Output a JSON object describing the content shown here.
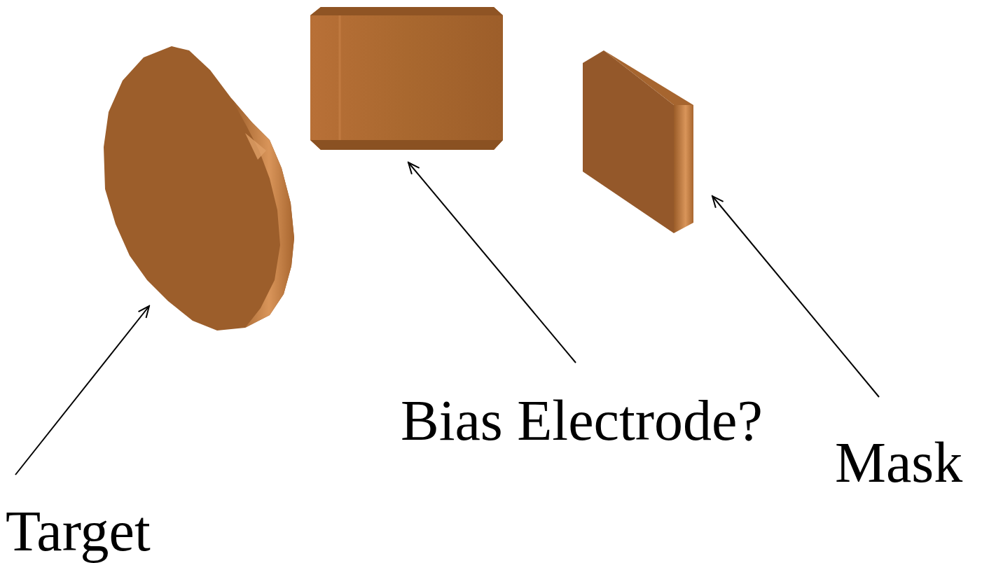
{
  "diagram": {
    "labels": [
      "Target",
      "Bias Electrode?",
      "Mask"
    ]
  }
}
